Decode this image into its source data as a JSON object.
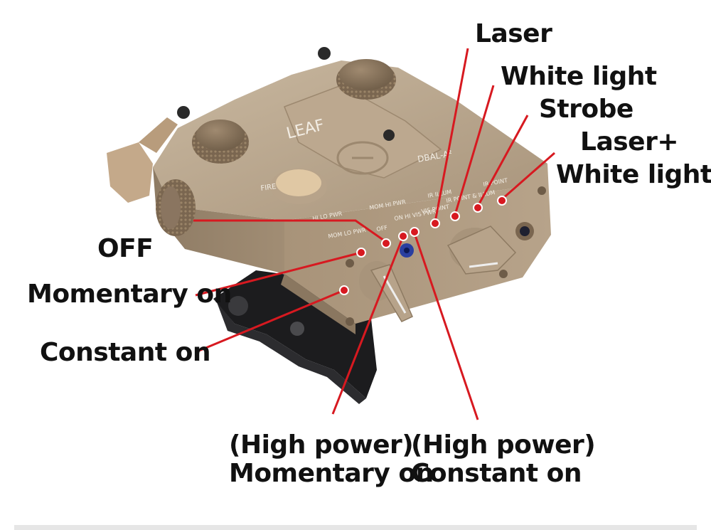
{
  "device": {
    "brand_text": "LEAF",
    "model_text": "DBAL-A²",
    "fire_text": "FIRE",
    "panel_engravings": [
      "HI LO PWR",
      "MOM LO PWR",
      "MOM HI PWR",
      "OFF",
      "ON HI VIS PWR",
      "VIS POINT",
      "IR ILLUM",
      "IR POINT & ILLUM",
      "IR POINT"
    ]
  },
  "callouts": {
    "laser": "Laser",
    "white_light": "White light",
    "strobe": "Strobe",
    "laser_plus": "Laser+",
    "laser_plus_white": "White light",
    "off": "OFF",
    "momentary_on": "Momentary on",
    "constant_on": "Constant on",
    "hp_momentary_l1": "(High power)",
    "hp_momentary_l2": "Momentary on",
    "hp_constant_l1": "(High power)",
    "hp_constant_l2": "Constant on"
  },
  "colors": {
    "callout_line": "#d71920",
    "device_tan": "#b9a58c",
    "mount_black": "#1c1c1e"
  }
}
